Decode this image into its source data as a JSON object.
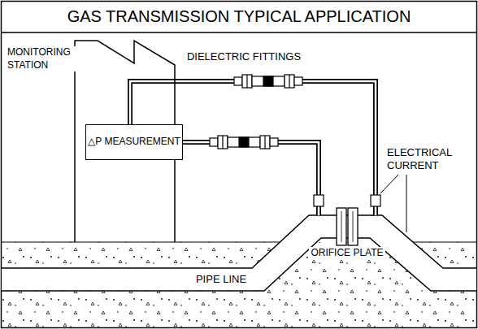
{
  "diagram": {
    "title": "GAS TRANSMISSION TYPICAL APPLICATION",
    "nodes": [
      {
        "text": [
          "MONITORING STATION"
        ]
      },
      {
        "text": [
          "△P MEASUREMENT"
        ],
        "in": 0
      }
    ],
    "labels": [
      "DIELECTRIC FITTINGS",
      "ELECTRICAL CURRENT",
      "ORIFICE PLATE",
      "PIPE LINE"
    ]
  }
}
